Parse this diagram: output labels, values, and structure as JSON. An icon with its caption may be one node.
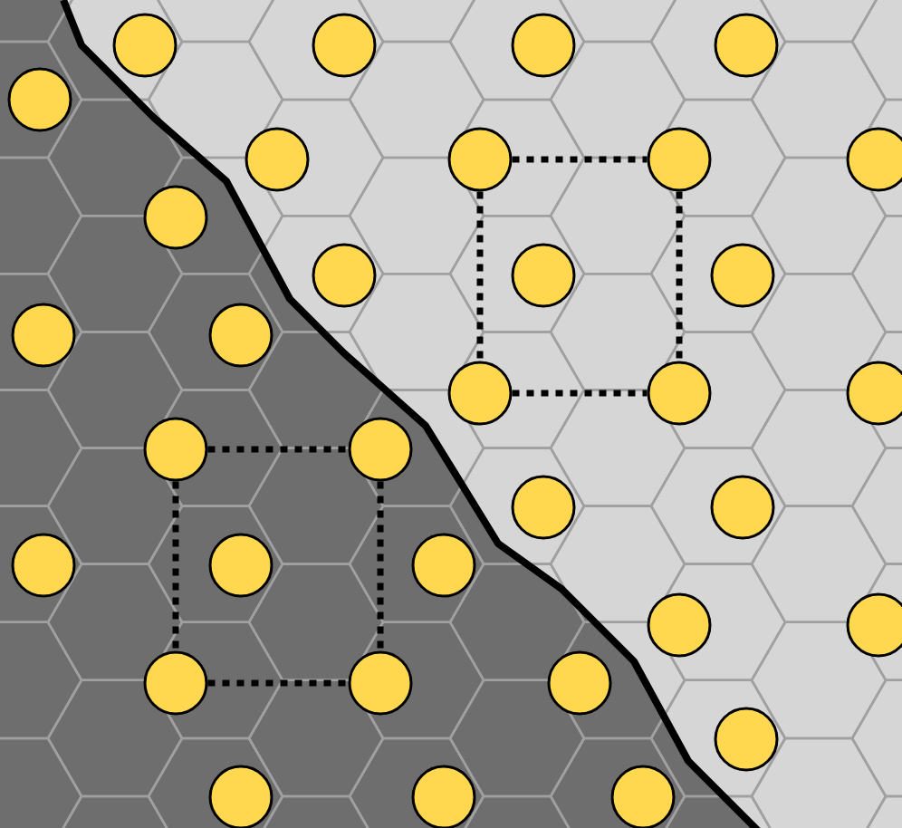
{
  "diagram": {
    "nodes": [
      {
        "text": [],
        "shape": "circle"
      },
      {
        "text": [],
        "shape": "circle"
      },
      {
        "text": [],
        "shape": "circle"
      },
      {
        "text": [],
        "shape": "circle"
      },
      {
        "text": [],
        "shape": "circle"
      },
      {
        "text": [],
        "shape": "circle"
      },
      {
        "text": [],
        "shape": "circle"
      },
      {
        "text": [],
        "shape": "circle"
      },
      {
        "text": [],
        "shape": "circle"
      },
      {
        "text": [],
        "shape": "circle"
      },
      {
        "text": [],
        "shape": "circle"
      },
      {
        "text": [],
        "shape": "circle"
      },
      {
        "text": [],
        "shape": "circle"
      },
      {
        "text": [],
        "shape": "circle"
      },
      {
        "text": [],
        "shape": "circle"
      },
      {
        "text": [],
        "shape": "circle"
      },
      {
        "text": [],
        "shape": "circle"
      },
      {
        "text": [],
        "shape": "circle"
      },
      {
        "text": [],
        "shape": "circle"
      },
      {
        "text": [],
        "shape": "circle"
      },
      {
        "text": [],
        "shape": "circle"
      },
      {
        "text": [],
        "shape": "circle"
      },
      {
        "text": [],
        "shape": "circle"
      },
      {
        "text": [],
        "shape": "circle"
      },
      {
        "text": [],
        "shape": "circle"
      },
      {
        "text": [],
        "shape": "circle"
      },
      {
        "text": [],
        "shape": "circle"
      },
      {
        "text": [],
        "shape": "circle"
      },
      {
        "text": [],
        "shape": "circle"
      },
      {
        "text": [],
        "shape": "circle"
      },
      {
        "text": [],
        "shape": "circle"
      },
      {
        "text": [],
        "shape": "circle"
      },
      {
        "text": [],
        "shape": "circle"
      },
      {
        "text": [],
        "shape": "circle"
      }
    ],
    "edges": [
      {
        "from": 6,
        "to": 7,
        "arrow": "none",
        "style": "dashed"
      },
      {
        "from": 6,
        "to": 15,
        "arrow": "none",
        "style": "dashed"
      },
      {
        "from": 7,
        "to": 16,
        "arrow": "none",
        "style": "dashed"
      },
      {
        "from": 15,
        "to": 16,
        "arrow": "none",
        "style": "dashed"
      },
      {
        "from": 18,
        "to": 19,
        "arrow": "none",
        "style": "dashed"
      },
      {
        "from": 18,
        "to": 27,
        "arrow": "none",
        "style": "dashed"
      },
      {
        "from": 19,
        "to": 28,
        "arrow": "none",
        "style": "dashed"
      },
      {
        "from": 27,
        "to": 28,
        "arrow": "none",
        "style": "dashed"
      }
    ]
  }
}
